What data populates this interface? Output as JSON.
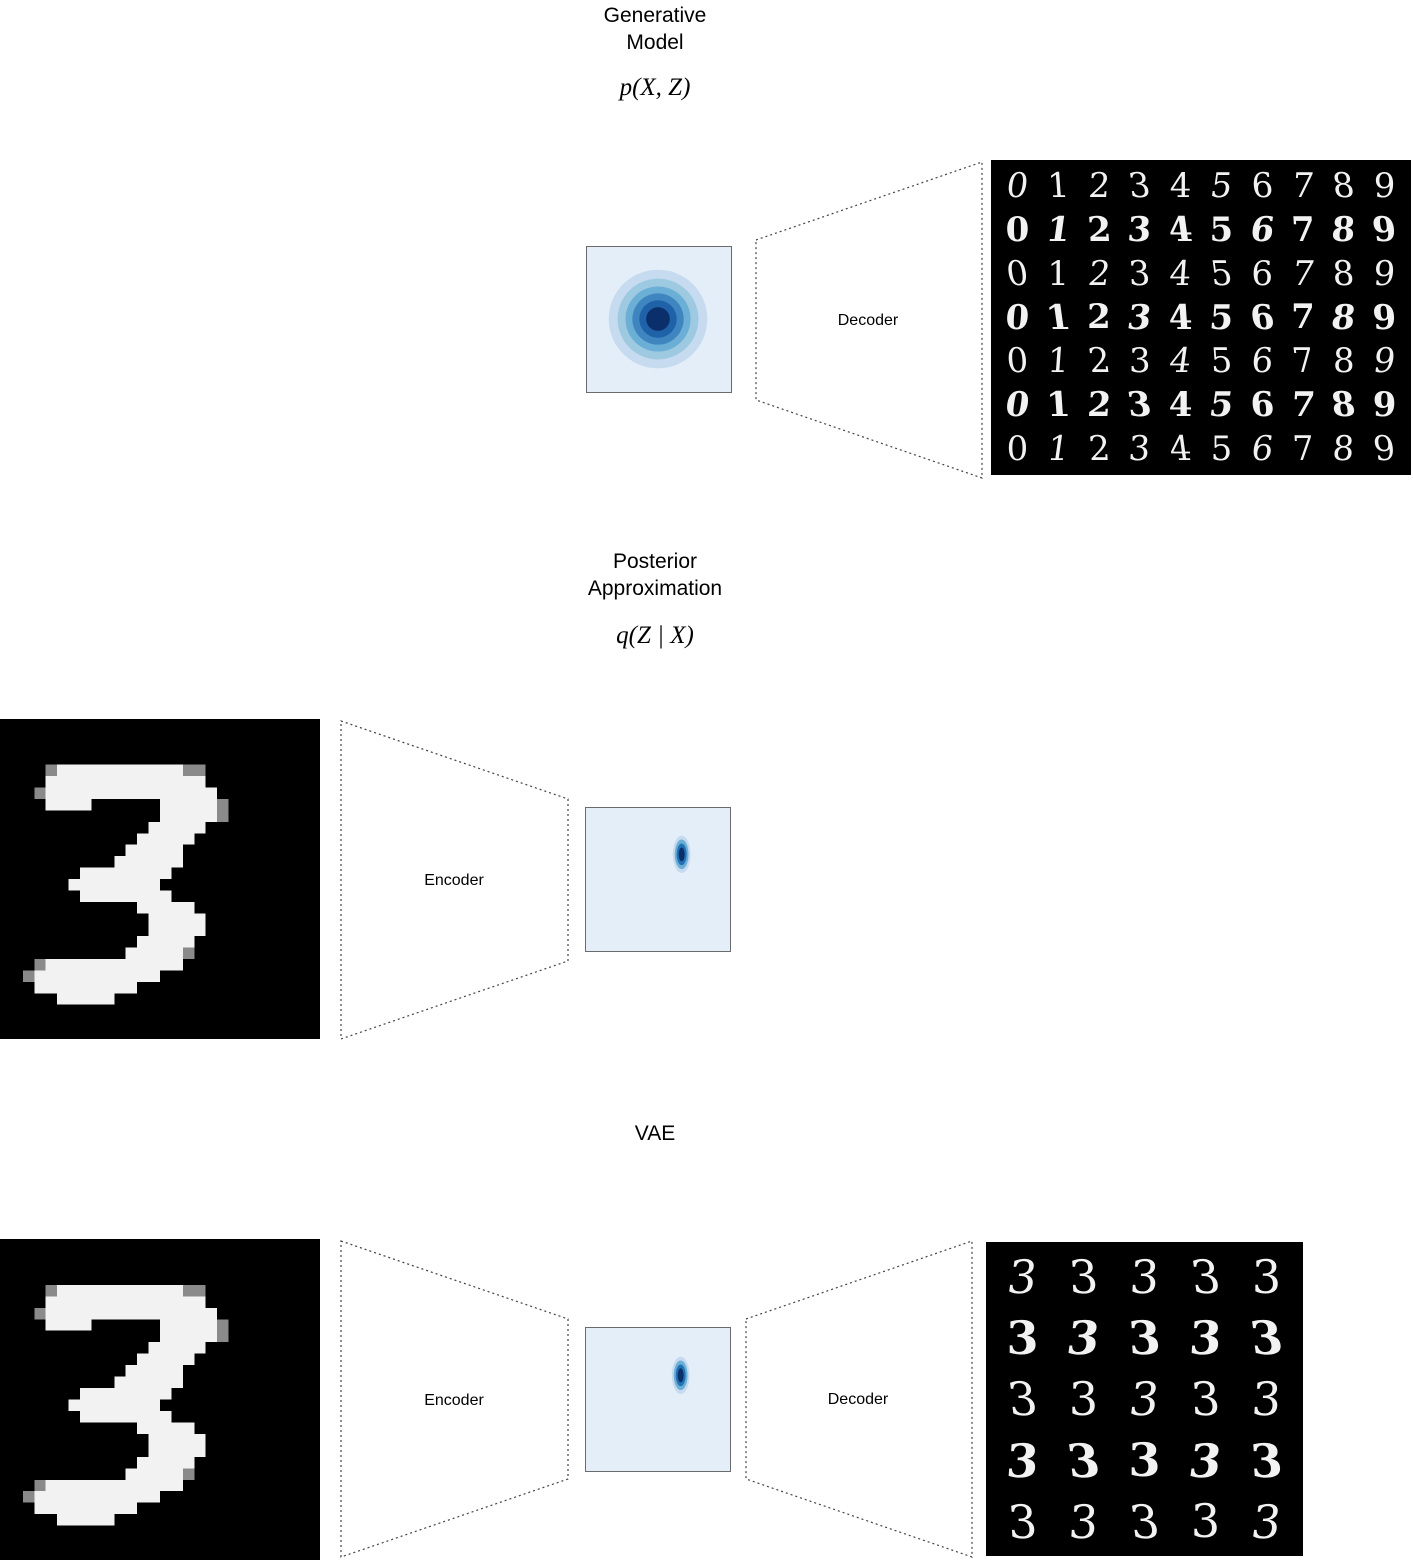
{
  "sections": {
    "generative": {
      "title_line1": "Generative",
      "title_line2": "Model",
      "formula": "p(X, Z)",
      "decoder_label": "Decoder",
      "grid_rows": [
        [
          "0",
          "1",
          "2",
          "3",
          "4",
          "5",
          "6",
          "7",
          "8",
          "9"
        ],
        [
          "0",
          "1",
          "2",
          "3",
          "4",
          "5",
          "6",
          "7",
          "8",
          "9"
        ],
        [
          "0",
          "1",
          "2",
          "3",
          "4",
          "5",
          "6",
          "7",
          "8",
          "9"
        ],
        [
          "0",
          "1",
          "2",
          "3",
          "4",
          "5",
          "6",
          "7",
          "8",
          "9"
        ],
        [
          "0",
          "1",
          "2",
          "3",
          "4",
          "5",
          "6",
          "7",
          "8",
          "9"
        ],
        [
          "0",
          "1",
          "2",
          "3",
          "4",
          "5",
          "6",
          "7",
          "8",
          "9"
        ],
        [
          "0",
          "1",
          "2",
          "3",
          "4",
          "5",
          "6",
          "7",
          "8",
          "9"
        ]
      ]
    },
    "posterior": {
      "title_line1": "Posterior",
      "title_line2": "Approximation",
      "formula": "q(Z | X)",
      "encoder_label": "Encoder"
    },
    "vae": {
      "title": "VAE",
      "encoder_label": "Encoder",
      "decoder_label": "Decoder",
      "grid_rows": [
        [
          "3",
          "3",
          "3",
          "3",
          "3"
        ],
        [
          "3",
          "3",
          "3",
          "3",
          "3"
        ],
        [
          "3",
          "3",
          "3",
          "3",
          "3"
        ],
        [
          "3",
          "3",
          "3",
          "3",
          "3"
        ],
        [
          "3",
          "3",
          "3",
          "3",
          "3"
        ]
      ]
    }
  },
  "colors": {
    "latent_background": "#e4eef9",
    "gaussian_dark": "#0b2f6b",
    "gaussian_light": "#c6dbef",
    "image_background": "#000000",
    "digit_color": "#f2f2f2"
  }
}
